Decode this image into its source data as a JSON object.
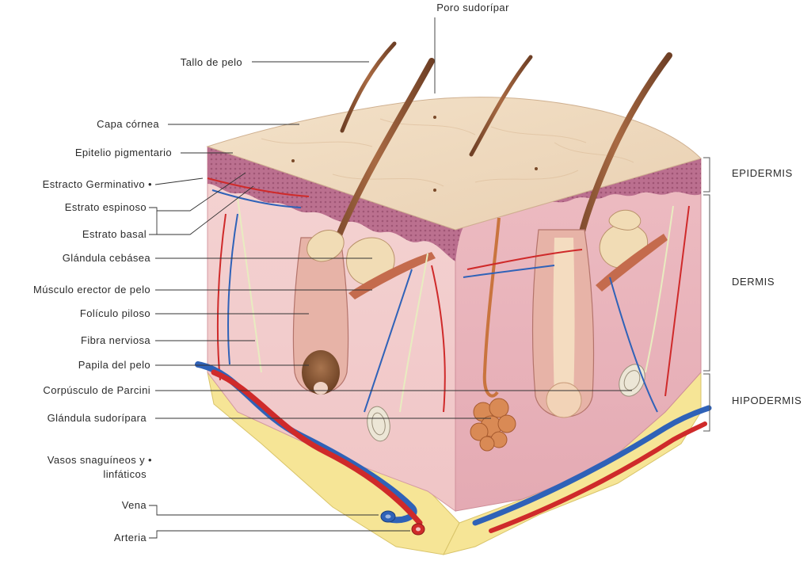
{
  "labels": {
    "poro": "Poro sudorípar",
    "tallo": "Tallo de pelo",
    "capa_cornea": "Capa córnea",
    "epitelio": "Epitelio pigmentario",
    "germinativo": "Estracto Germinativo •",
    "espinoso": "Estrato espinoso",
    "basal": "Estrato basal",
    "cebacea": "Glándula cebásea",
    "musculo": "Músculo erector de pelo",
    "foliculo": "Folículo piloso",
    "fibra": "Fibra nerviosa",
    "papila": "Papila del pelo",
    "parcini": "Corpúsculo de Parcini",
    "sudoripara": "Glándula sudorípara",
    "vasos_1": "Vasos snaguíneos y •",
    "vasos_2": "linfáticos",
    "vena": "Vena",
    "arteria": "Arteria"
  },
  "layers": {
    "epidermis": "EPIDERMIS",
    "dermis": "DERMIS",
    "hipodermis": "HIPODERMIS"
  },
  "colors": {
    "skin_top": "#efd9bd",
    "dermis": "#f2c9c9",
    "dermis_side": "#e9b7bb",
    "epidermis": "#b76b8a",
    "fat": "#f6e596",
    "hair": "#8a5436",
    "vein": "#2f62b8",
    "artery": "#cf2a2a",
    "nerve": "#e8ecc0"
  }
}
